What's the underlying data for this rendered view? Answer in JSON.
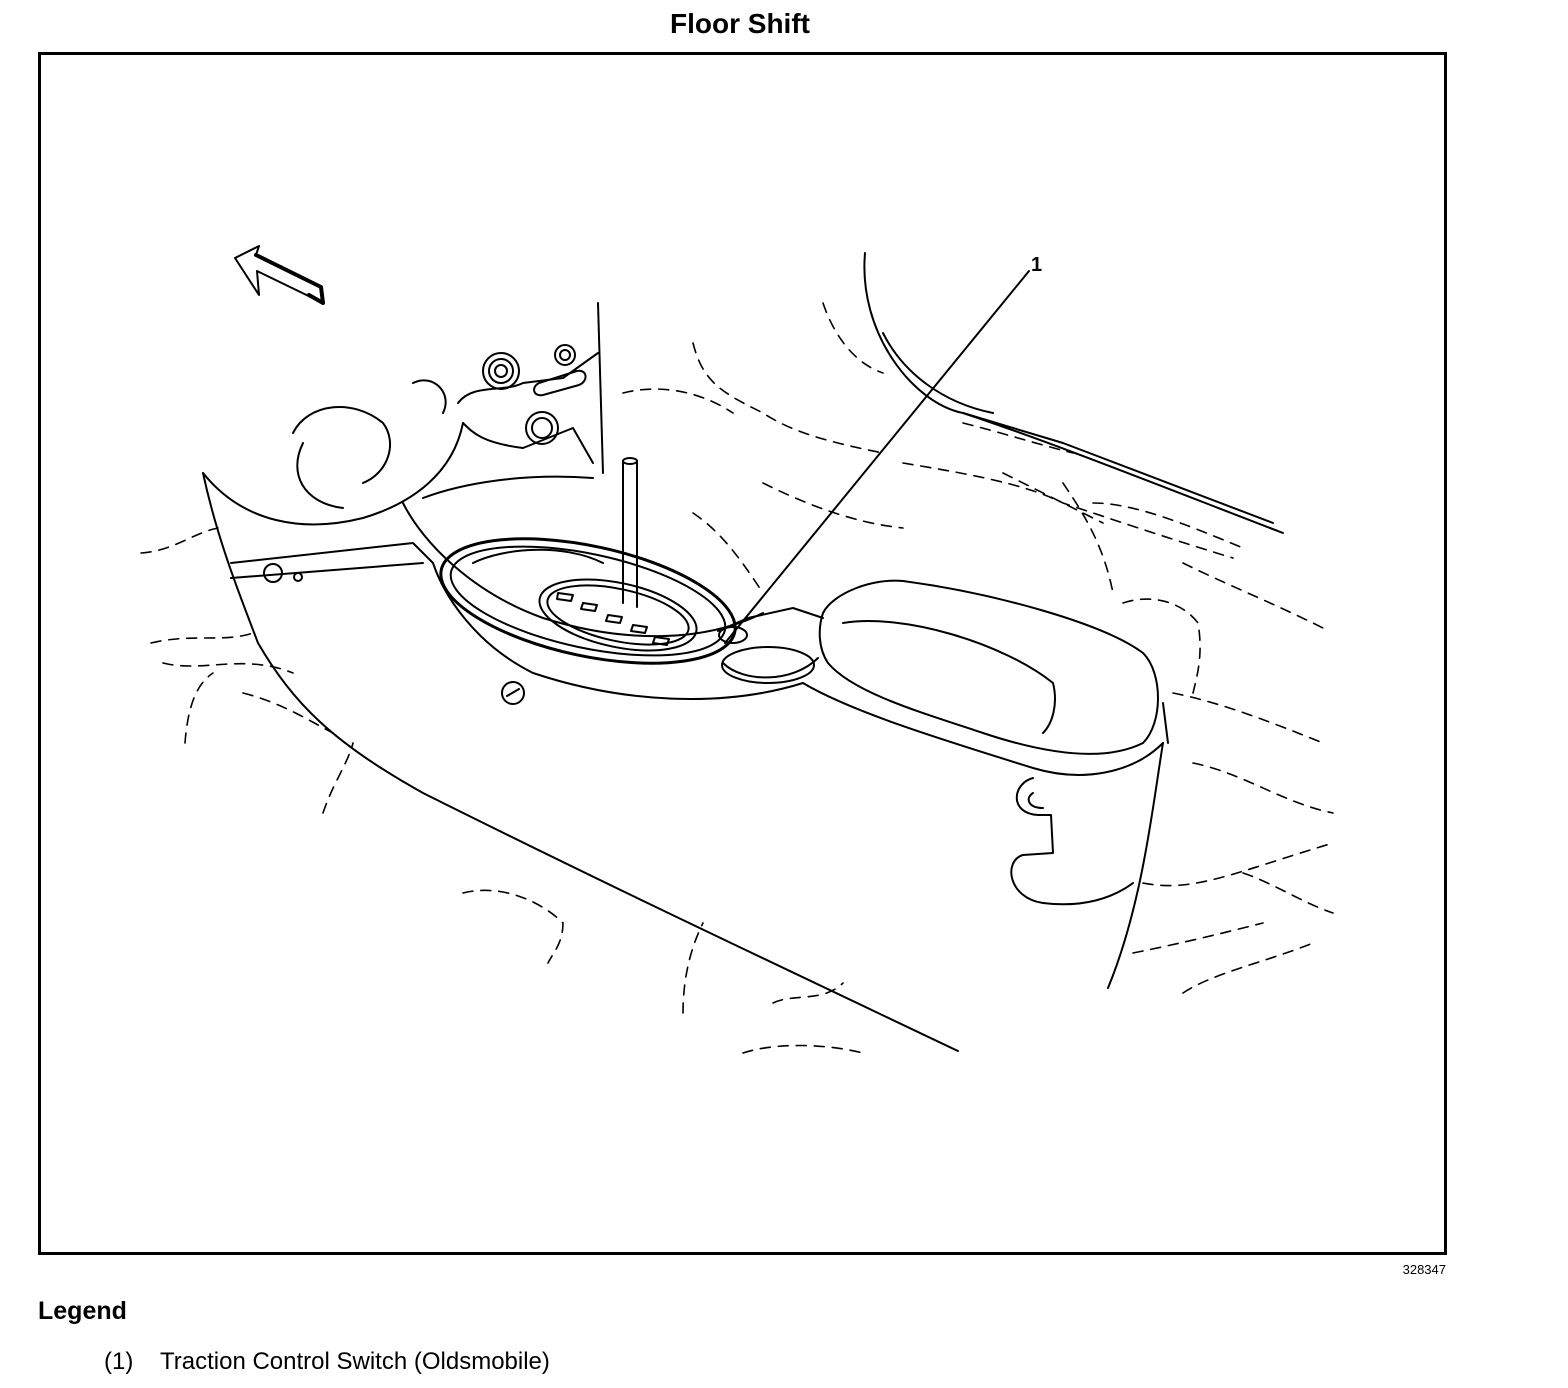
{
  "title": "Floor Shift",
  "callout": {
    "label": "1"
  },
  "figure_id": "328347",
  "legend": {
    "heading": "Legend",
    "items": [
      {
        "number": "(1)",
        "text": "Traction Control Switch (Oldsmobile)"
      }
    ]
  }
}
